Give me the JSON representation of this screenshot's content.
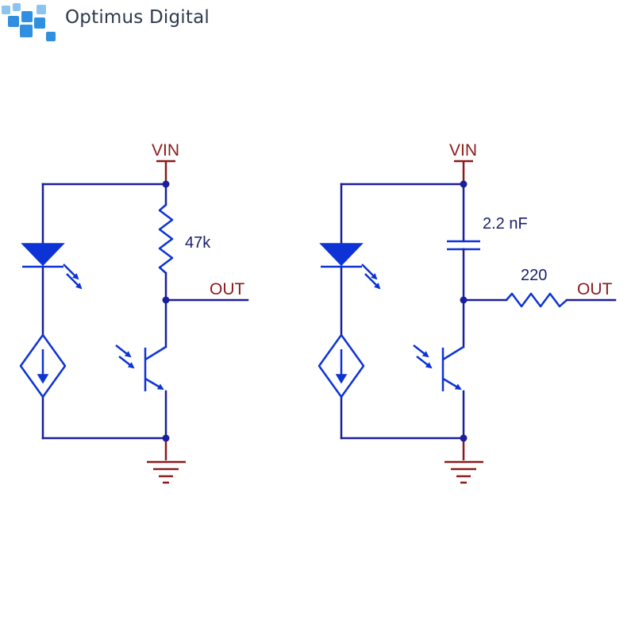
{
  "logo": {
    "brand_name": "Optimus Digital",
    "colors": {
      "primary": "#2f8fe0",
      "light": "#8cc4f0",
      "text": "#2d3a4f"
    }
  },
  "schematics": {
    "left": {
      "supply_label": "VIN",
      "resistor_label": "47k",
      "output_label": "OUT"
    },
    "right": {
      "supply_label": "VIN",
      "capacitor_label": "2.2 nF",
      "resistor_label": "220",
      "output_label": "OUT"
    }
  },
  "colors": {
    "wire": "#1a1f9a",
    "component": "#0d33d6",
    "power_symbol": "#8b1a1a"
  }
}
